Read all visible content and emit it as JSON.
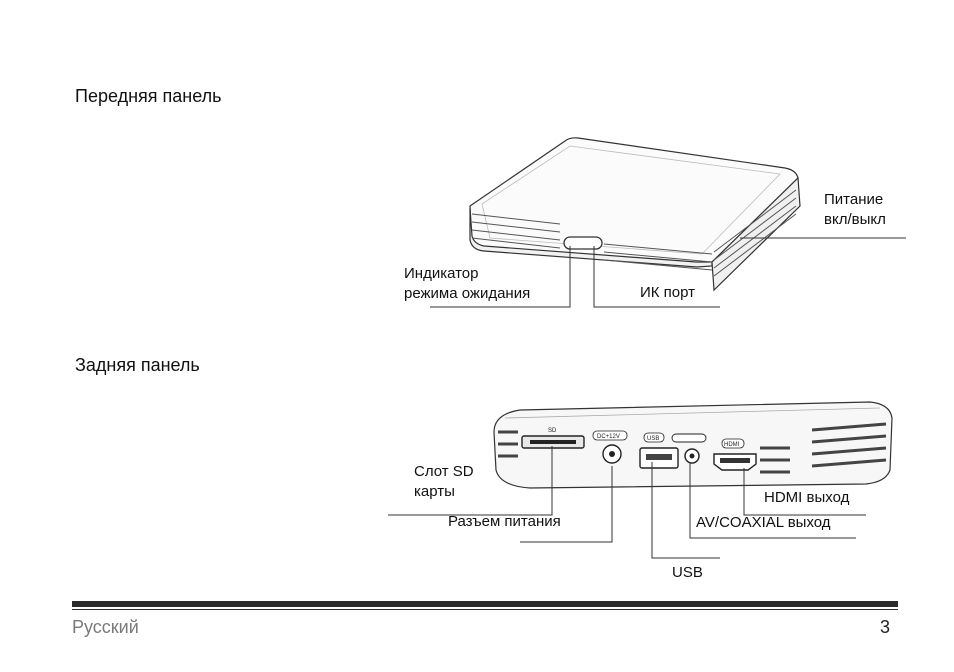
{
  "front": {
    "heading": "Передняя панель",
    "labels": {
      "power_line1": "Питание",
      "power_line2": "вкл/выкл",
      "standby_line1": "Индикатор",
      "standby_line2": "режима ожидания",
      "ir": "ИК порт"
    }
  },
  "rear": {
    "heading": "Задняя панель",
    "port_marks": {
      "sd": "SD",
      "dc": "DC+12V",
      "usb": "USB",
      "hdmi": "HDMI"
    },
    "labels": {
      "sd_line1": "Слот SD",
      "sd_line2": "карты",
      "power_jack": "Разъем питания",
      "hdmi": "HDMI выход",
      "av": "AV/COAXIAL выход",
      "usb": "USB"
    }
  },
  "footer": {
    "language": "Русский",
    "page_number": "3"
  }
}
